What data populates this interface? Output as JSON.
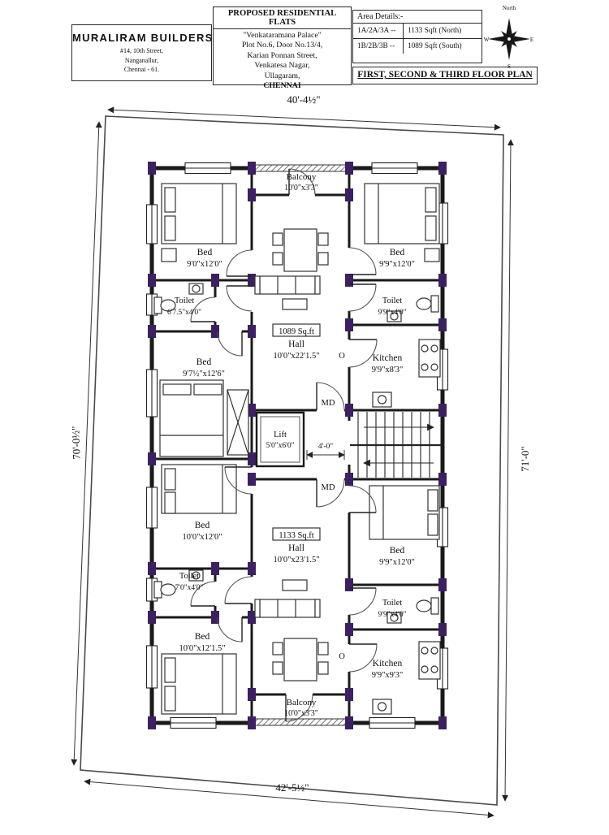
{
  "header": {
    "builder": {
      "name": "MURALIRAM BUILDERS",
      "address": [
        "#14, 10th Street,",
        "Nanganallur,",
        "Chennai - 61."
      ]
    },
    "project": {
      "title": "PROPOSED RESIDENTIAL FLATS",
      "lines": [
        "\"Venkataramana Palace\"",
        "Plot No.6, Door No.13/4,",
        "Karian Ponnan Street,",
        "Venkatesa Nagar,",
        "Ullagaram,",
        "CHENNAI"
      ]
    },
    "area_details": {
      "title": "Area Details:-",
      "rows": [
        {
          "flats": "1A/2A/3A --",
          "area": "1133 Sqft (North)"
        },
        {
          "flats": "1B/2B/3B --",
          "area": "1089 Sqft (South)"
        }
      ]
    },
    "plan_title": "FIRST, SECOND & THIRD FLOOR PLAN",
    "compass": {
      "north": "North",
      "west": "W",
      "east": "E",
      "south": "S"
    }
  },
  "dimensions": {
    "top": "40'-4½\"",
    "left": "70'-0½\"",
    "right": "71'-0\"",
    "bottom": "42'-5½\""
  },
  "rooms": {
    "balcony_north": {
      "name": "Balcony",
      "size": "10'0\"x3'3\""
    },
    "bed_nw": {
      "name": "Bed",
      "size": "9'0\"x12'0\""
    },
    "bed_ne": {
      "name": "Bed",
      "size": "9'9\"x12'0\""
    },
    "toilet_nw": {
      "name": "Toilet",
      "size": "6'7.5\"x4'0\""
    },
    "toilet_ne": {
      "name": "Toilet",
      "size": "9'9\"x4'0\""
    },
    "bed_w": {
      "name": "Bed",
      "size": "9'7½\"x12'6\""
    },
    "hall_north": {
      "area": "1089 Sq.ft",
      "name": "Hall",
      "size": "10'0\"x22'1.5\""
    },
    "kitchen_north": {
      "name": "Kitchen",
      "size": "9'9\"x8'3\""
    },
    "lift": {
      "name": "Lift",
      "size": "5'0\"x6'0\""
    },
    "bed_sw_upper": {
      "name": "Bed",
      "size": "10'0\"x12'0\""
    },
    "hall_south": {
      "area": "1133 Sq.ft",
      "name": "Hall",
      "size": "10'0\"x23'1.5\""
    },
    "bed_se": {
      "name": "Bed",
      "size": "9'9\"x12'0\""
    },
    "toilet_sw": {
      "name": "Toilet",
      "size": "7'0\"x4'0\""
    },
    "toilet_se": {
      "name": "Toilet",
      "size": "9'9\"x4'0\""
    },
    "bed_sw_lower": {
      "name": "Bed",
      "size": "10'0\"x12'1.5\""
    },
    "kitchen_south": {
      "name": "Kitchen",
      "size": "9'9\"x9'3\""
    },
    "balcony_south": {
      "name": "Balcony",
      "size": "10'0\"x3'3\""
    }
  },
  "annotations": {
    "corridor_width": "4'-0\"",
    "md_north": "MD",
    "md_south": "MD",
    "o_north": "O",
    "o_south": "O"
  },
  "colors": {
    "column": "#3b2160",
    "wall": "#1a1a1a"
  }
}
